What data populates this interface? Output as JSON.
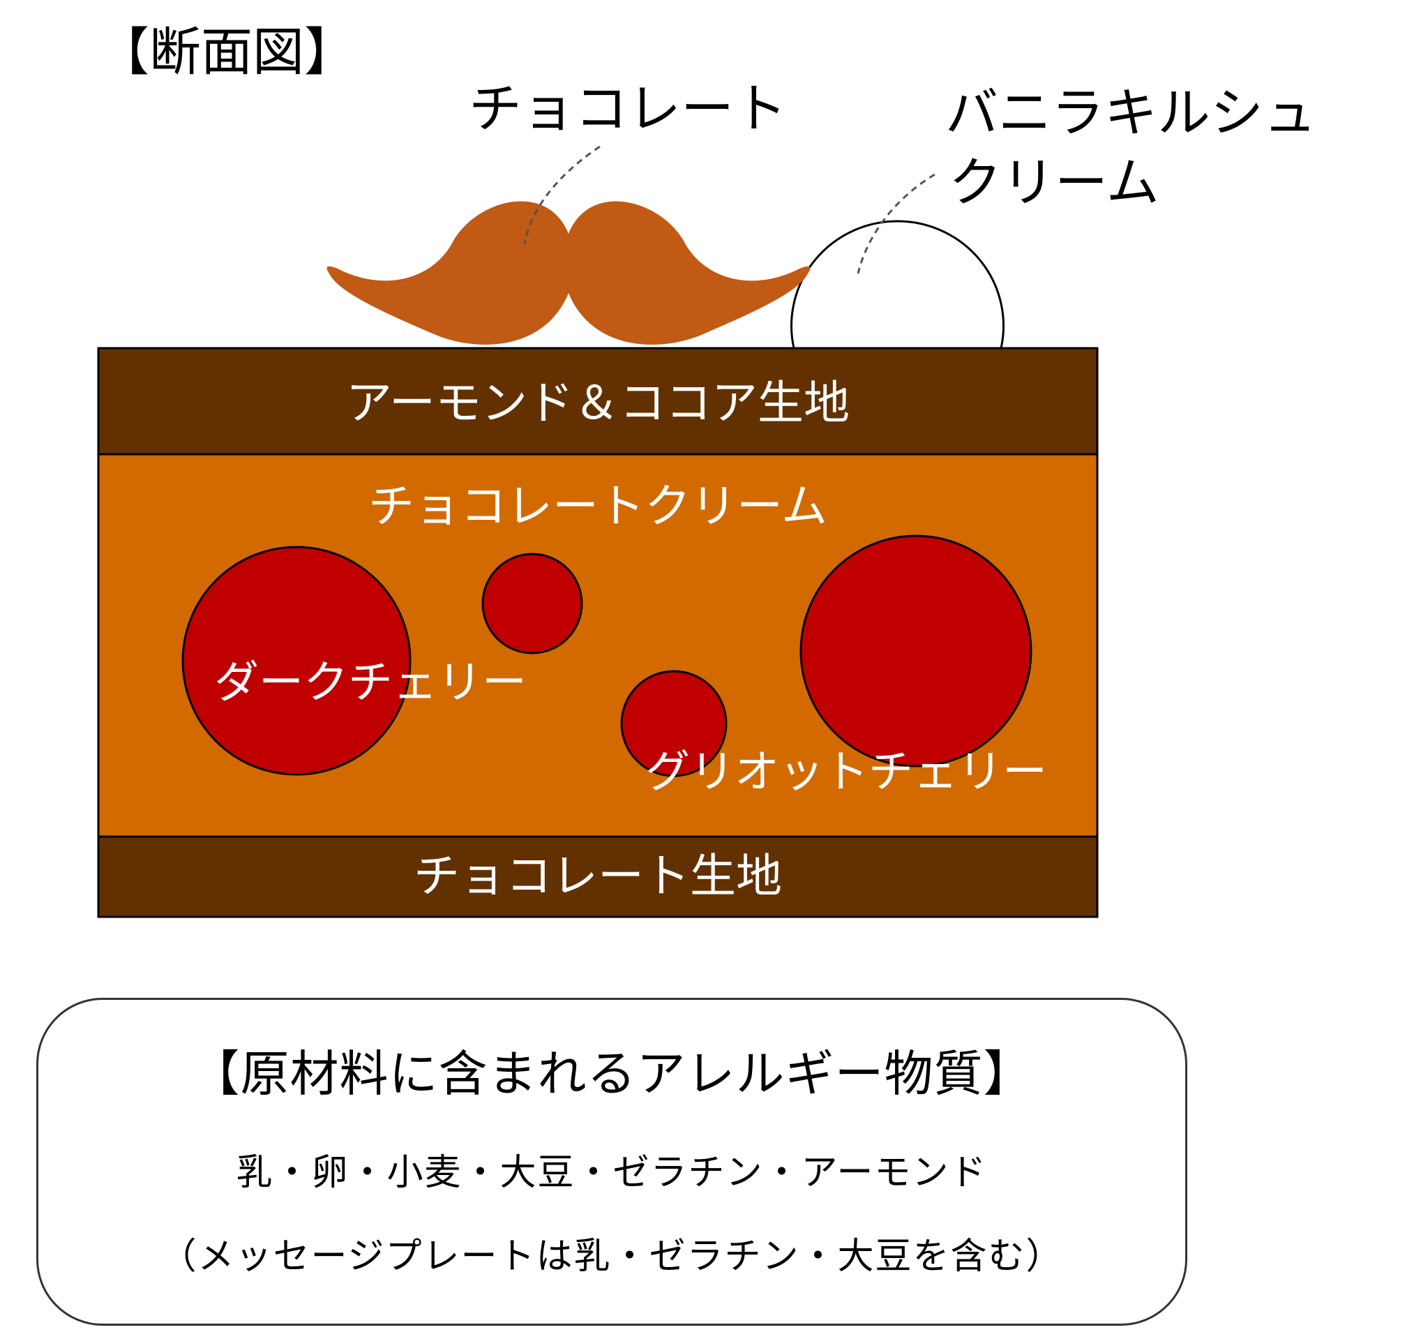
{
  "diagram": {
    "heading": "【断面図】",
    "topping_chocolate": "チョコレート",
    "topping_cream_line1": "バニラキルシュ",
    "topping_cream_line2": "クリーム",
    "layer_top": "アーモンド＆ココア生地",
    "layer_middle": "チョコレートクリーム",
    "layer_bottom": "チョコレート生地",
    "cherry_dark": "ダークチェリー",
    "cherry_griotte": "グリオットチェリー"
  },
  "allergy": {
    "title": "【原材料に含まれるアレルギー物質】",
    "items": "乳・卵・小麦・大豆・ゼラチン・アーモンド",
    "note": "（メッセージプレートは乳・ゼラチン・大豆を含む）"
  },
  "colors": {
    "sponge": "#633100",
    "cream": "#d26a00",
    "cherry": "#c00000",
    "chocolate_topping": "#c05a15",
    "text_light": "#ffffff"
  }
}
